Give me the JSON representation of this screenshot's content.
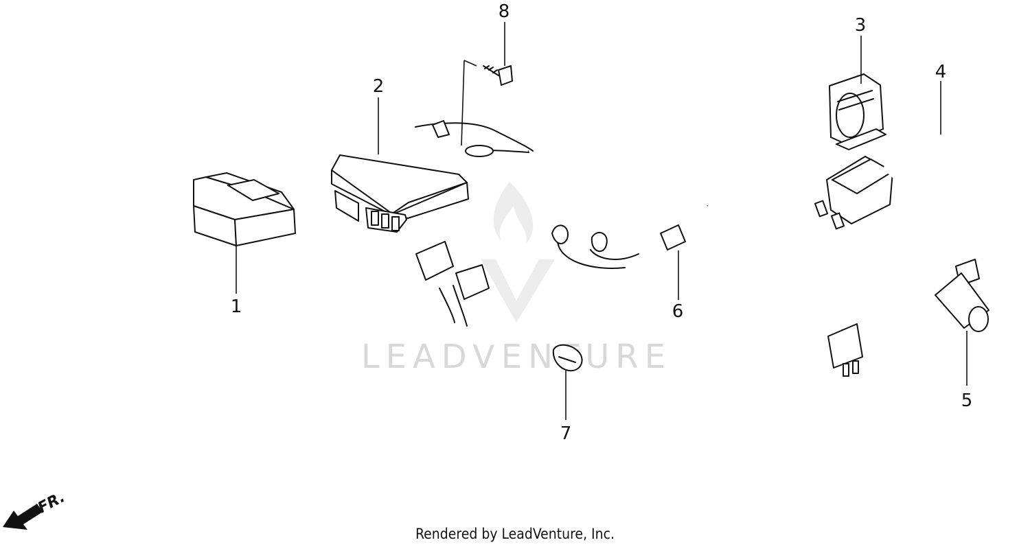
{
  "watermark": {
    "text": "LEADVENTURE"
  },
  "callouts": [
    "1",
    "2",
    "3",
    "4",
    "5",
    "6",
    "7",
    "8"
  ],
  "direction_label": "FR.",
  "footer": "Rendered by LeadVenture, Inc."
}
